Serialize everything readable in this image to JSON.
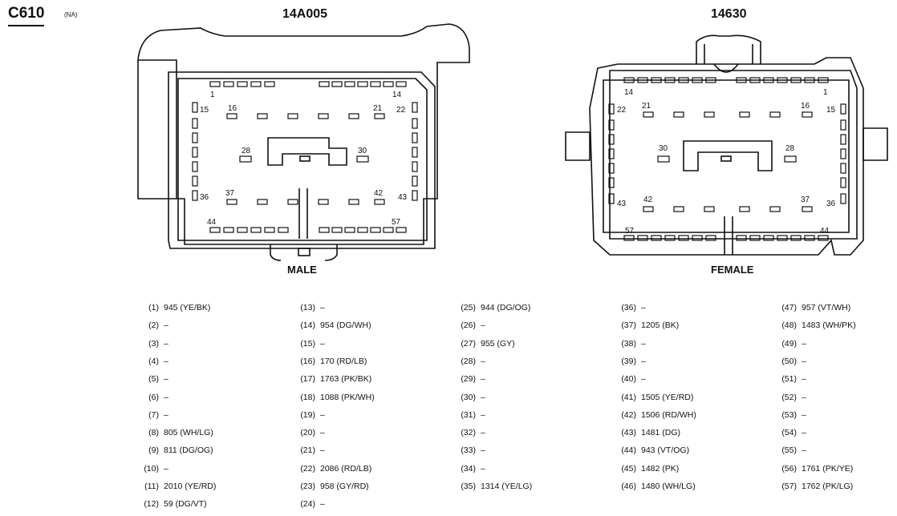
{
  "connector": {
    "id": "C610",
    "note": "(NA)"
  },
  "left_connector": {
    "part_number": "14A005",
    "gender": "MALE",
    "pin_labels": [
      "1",
      "14",
      "15",
      "16",
      "21",
      "22",
      "28",
      "30",
      "36",
      "37",
      "42",
      "43",
      "44",
      "57"
    ]
  },
  "right_connector": {
    "part_number": "14630",
    "gender": "FEMALE",
    "pin_labels": [
      "14",
      "1",
      "22",
      "21",
      "16",
      "15",
      "30",
      "28",
      "43",
      "42",
      "37",
      "36",
      "57",
      "44"
    ]
  },
  "pins": [
    {
      "n": "(1)",
      "c": "945 (YE/BK)"
    },
    {
      "n": "(2)",
      "c": "–"
    },
    {
      "n": "(3)",
      "c": "–"
    },
    {
      "n": "(4)",
      "c": "–"
    },
    {
      "n": "(5)",
      "c": "–"
    },
    {
      "n": "(6)",
      "c": "–"
    },
    {
      "n": "(7)",
      "c": "–"
    },
    {
      "n": "(8)",
      "c": "805 (WH/LG)"
    },
    {
      "n": "(9)",
      "c": "811 (DG/OG)"
    },
    {
      "n": "(10)",
      "c": "–"
    },
    {
      "n": "(11)",
      "c": "2010 (YE/RD)"
    },
    {
      "n": "(12)",
      "c": "59 (DG/VT)"
    },
    {
      "n": "(13)",
      "c": "–"
    },
    {
      "n": "(14)",
      "c": "954 (DG/WH)"
    },
    {
      "n": "(15)",
      "c": "–"
    },
    {
      "n": "(16)",
      "c": "170 (RD/LB)"
    },
    {
      "n": "(17)",
      "c": "1763 (PK/BK)"
    },
    {
      "n": "(18)",
      "c": "1088 (PK/WH)"
    },
    {
      "n": "(19)",
      "c": "–"
    },
    {
      "n": "(20)",
      "c": "–"
    },
    {
      "n": "(21)",
      "c": "–"
    },
    {
      "n": "(22)",
      "c": "2086 (RD/LB)"
    },
    {
      "n": "(23)",
      "c": "958 (GY/RD)"
    },
    {
      "n": "(24)",
      "c": "–"
    },
    {
      "n": "(25)",
      "c": "944 (DG/OG)"
    },
    {
      "n": "(26)",
      "c": "–"
    },
    {
      "n": "(27)",
      "c": "955 (GY)"
    },
    {
      "n": "(28)",
      "c": "–"
    },
    {
      "n": "(29)",
      "c": "–"
    },
    {
      "n": "(30)",
      "c": "–"
    },
    {
      "n": "(31)",
      "c": "–"
    },
    {
      "n": "(32)",
      "c": "–"
    },
    {
      "n": "(33)",
      "c": "–"
    },
    {
      "n": "(34)",
      "c": "–"
    },
    {
      "n": "(35)",
      "c": "1314 (YE/LG)"
    },
    {
      "n": "(36)",
      "c": "–"
    },
    {
      "n": "(37)",
      "c": "1205 (BK)"
    },
    {
      "n": "(38)",
      "c": "–"
    },
    {
      "n": "(39)",
      "c": "–"
    },
    {
      "n": "(40)",
      "c": "–"
    },
    {
      "n": "(41)",
      "c": "1505 (YE/RD)"
    },
    {
      "n": "(42)",
      "c": "1506 (RD/WH)"
    },
    {
      "n": "(43)",
      "c": "1481 (DG)"
    },
    {
      "n": "(44)",
      "c": "943 (VT/OG)"
    },
    {
      "n": "(45)",
      "c": "1482 (PK)"
    },
    {
      "n": "(46)",
      "c": "1480 (WH/LG)"
    },
    {
      "n": "(47)",
      "c": "957 (VT/WH)"
    },
    {
      "n": "(48)",
      "c": "1483 (WH/PK)"
    },
    {
      "n": "(49)",
      "c": "–"
    },
    {
      "n": "(50)",
      "c": "–"
    },
    {
      "n": "(51)",
      "c": "–"
    },
    {
      "n": "(52)",
      "c": "–"
    },
    {
      "n": "(53)",
      "c": "–"
    },
    {
      "n": "(54)",
      "c": "–"
    },
    {
      "n": "(55)",
      "c": "–"
    },
    {
      "n": "(56)",
      "c": "1761 (PK/YE)"
    },
    {
      "n": "(57)",
      "c": "1762 (PK/LG)"
    }
  ]
}
